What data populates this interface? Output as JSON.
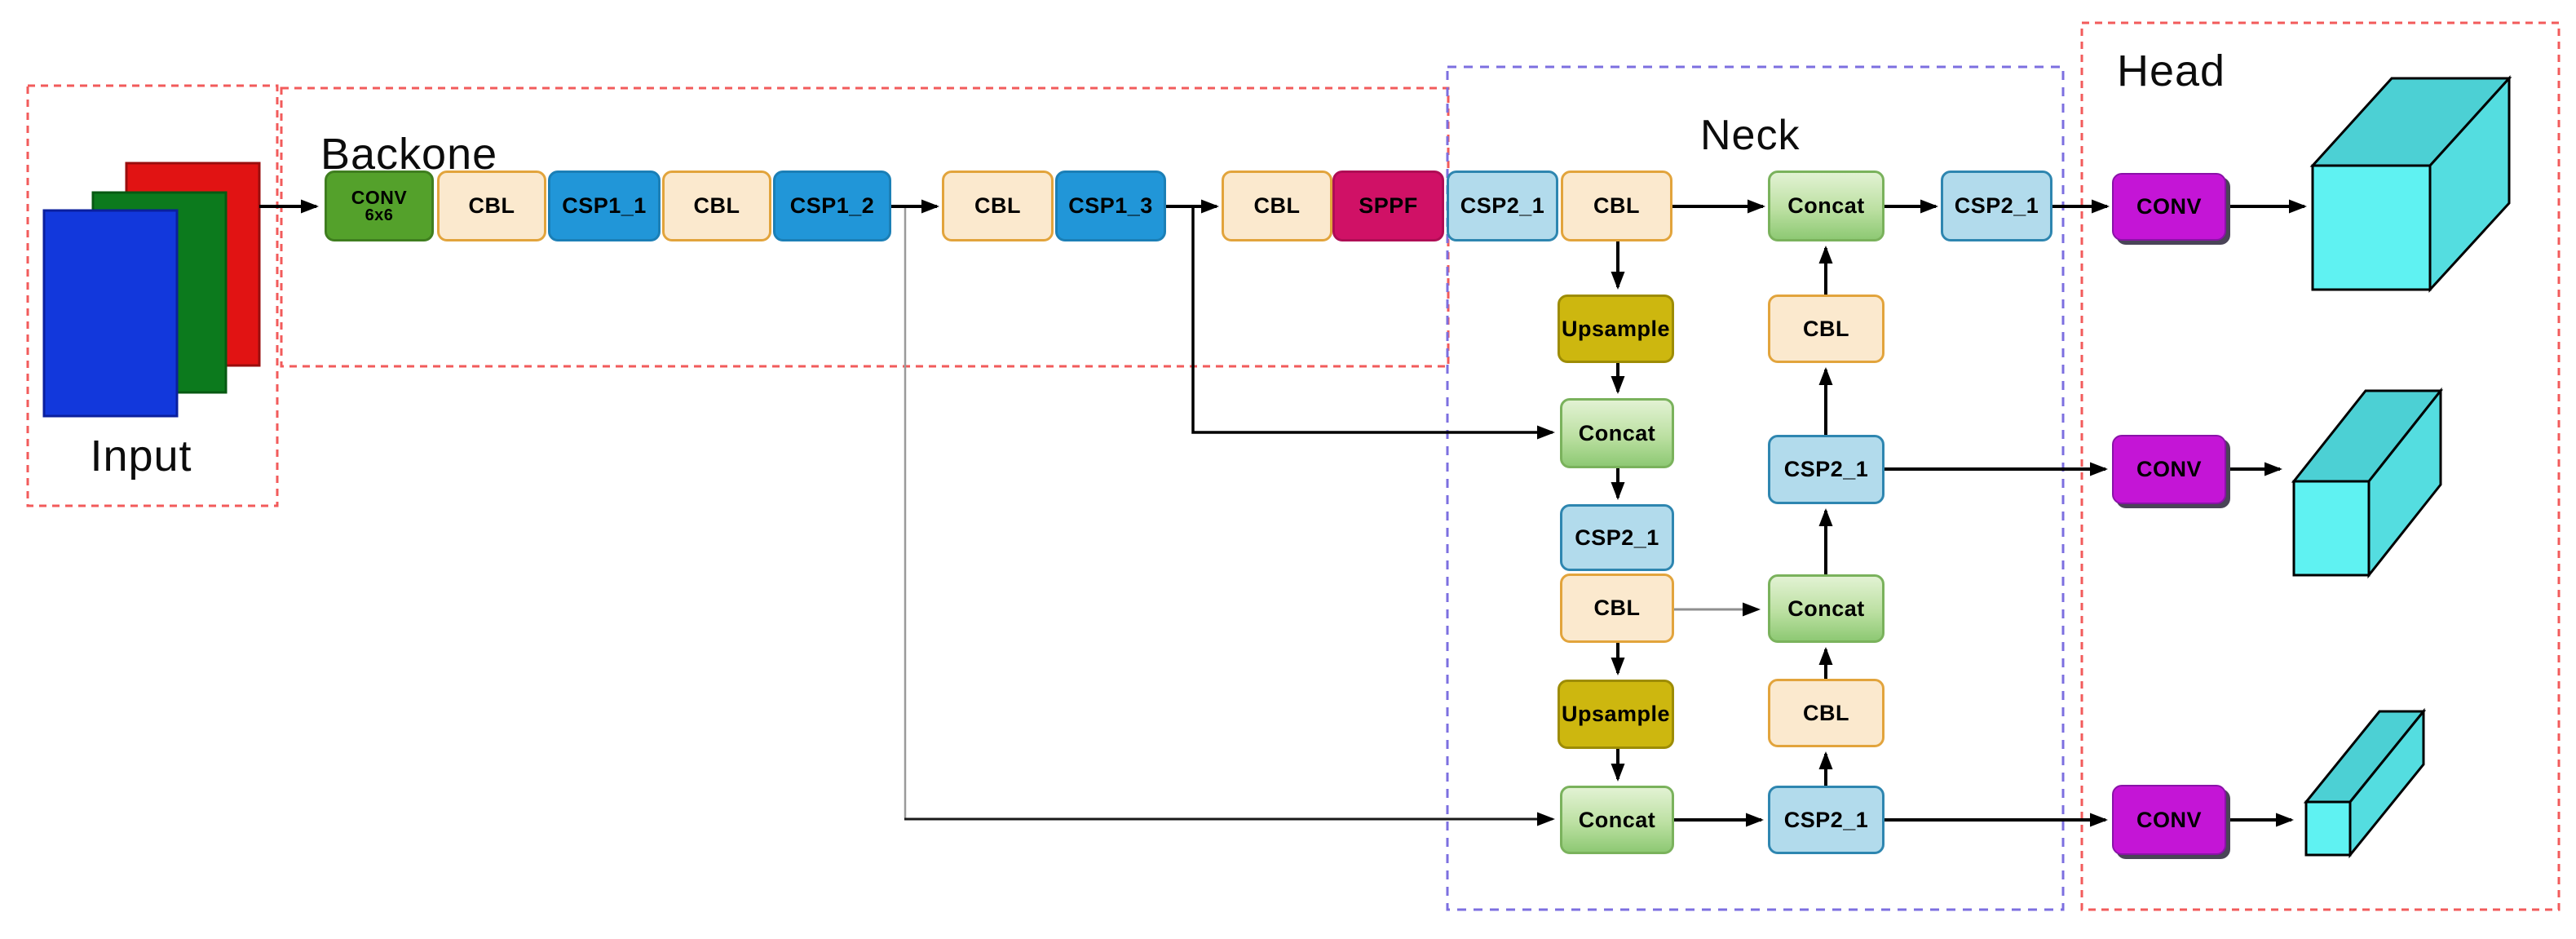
{
  "sections": {
    "input": {
      "title": "Input"
    },
    "backbone": {
      "title": "Backone"
    },
    "neck": {
      "title": "Neck"
    },
    "head": {
      "title": "Head"
    }
  },
  "nodes": [
    {
      "id": "conv_6x6",
      "label": "CONV",
      "sublabel": "6x6",
      "section": "backbone"
    },
    {
      "id": "cbl_1",
      "label": "CBL",
      "section": "backbone"
    },
    {
      "id": "csp1_1",
      "label": "CSP1_1",
      "section": "backbone"
    },
    {
      "id": "cbl_2",
      "label": "CBL",
      "section": "backbone"
    },
    {
      "id": "csp1_2",
      "label": "CSP1_2",
      "section": "backbone"
    },
    {
      "id": "cbl_3",
      "label": "CBL",
      "section": "backbone"
    },
    {
      "id": "csp1_3",
      "label": "CSP1_3",
      "section": "backbone"
    },
    {
      "id": "cbl_4",
      "label": "CBL",
      "section": "backbone"
    },
    {
      "id": "sppf",
      "label": "SPPF",
      "section": "backbone"
    },
    {
      "id": "csp2_1_a",
      "label": "CSP2_1",
      "section": "neck"
    },
    {
      "id": "cbl_5",
      "label": "CBL",
      "section": "neck"
    },
    {
      "id": "upsample_1",
      "label": "Upsample",
      "section": "neck"
    },
    {
      "id": "concat_1",
      "label": "Concat",
      "section": "neck"
    },
    {
      "id": "csp2_1_b",
      "label": "CSP2_1",
      "section": "neck"
    },
    {
      "id": "cbl_6",
      "label": "CBL",
      "section": "neck"
    },
    {
      "id": "upsample_2",
      "label": "Upsample",
      "section": "neck"
    },
    {
      "id": "concat_2",
      "label": "Concat",
      "section": "neck"
    },
    {
      "id": "concat_3",
      "label": "Concat",
      "section": "neck"
    },
    {
      "id": "cbl_7",
      "label": "CBL",
      "section": "neck"
    },
    {
      "id": "csp2_1_c",
      "label": "CSP2_1",
      "section": "neck"
    },
    {
      "id": "concat_4",
      "label": "Concat",
      "section": "neck"
    },
    {
      "id": "cbl_8",
      "label": "CBL",
      "section": "neck"
    },
    {
      "id": "csp2_1_d",
      "label": "CSP2_1",
      "section": "neck"
    },
    {
      "id": "csp2_1_e",
      "label": "CSP2_1",
      "section": "neck"
    },
    {
      "id": "conv_head_top",
      "label": "CONV",
      "section": "head"
    },
    {
      "id": "conv_head_middle",
      "label": "CONV",
      "section": "head"
    },
    {
      "id": "conv_head_bottom",
      "label": "CONV",
      "section": "head"
    }
  ],
  "edges": [
    {
      "from": "input",
      "to": "conv_6x6"
    },
    {
      "from": "conv_6x6",
      "to": "cbl_1"
    },
    {
      "from": "cbl_1",
      "to": "csp1_1"
    },
    {
      "from": "csp1_1",
      "to": "cbl_2"
    },
    {
      "from": "cbl_2",
      "to": "csp1_2"
    },
    {
      "from": "csp1_2",
      "to": "cbl_3"
    },
    {
      "from": "csp1_2",
      "to": "concat_2"
    },
    {
      "from": "cbl_3",
      "to": "csp1_3"
    },
    {
      "from": "csp1_3",
      "to": "cbl_4"
    },
    {
      "from": "csp1_3",
      "to": "concat_1"
    },
    {
      "from": "cbl_4",
      "to": "sppf"
    },
    {
      "from": "sppf",
      "to": "csp2_1_a"
    },
    {
      "from": "csp2_1_a",
      "to": "cbl_5"
    },
    {
      "from": "cbl_5",
      "to": "concat_3"
    },
    {
      "from": "cbl_5",
      "to": "upsample_1"
    },
    {
      "from": "upsample_1",
      "to": "concat_1"
    },
    {
      "from": "concat_1",
      "to": "csp2_1_b"
    },
    {
      "from": "csp2_1_b",
      "to": "cbl_6"
    },
    {
      "from": "cbl_6",
      "to": "upsample_2"
    },
    {
      "from": "cbl_6",
      "to": "concat_4"
    },
    {
      "from": "upsample_2",
      "to": "concat_2"
    },
    {
      "from": "concat_2",
      "to": "csp2_1_d"
    },
    {
      "from": "csp2_1_d",
      "to": "cbl_8"
    },
    {
      "from": "csp2_1_d",
      "to": "conv_head_bottom"
    },
    {
      "from": "cbl_8",
      "to": "concat_4"
    },
    {
      "from": "concat_4",
      "to": "csp2_1_c"
    },
    {
      "from": "csp2_1_c",
      "to": "cbl_7"
    },
    {
      "from": "csp2_1_c",
      "to": "conv_head_middle"
    },
    {
      "from": "cbl_7",
      "to": "concat_3"
    },
    {
      "from": "concat_3",
      "to": "csp2_1_e"
    },
    {
      "from": "csp2_1_e",
      "to": "conv_head_top"
    },
    {
      "from": "conv_head_top",
      "to": "output-large-cuboid"
    },
    {
      "from": "conv_head_middle",
      "to": "output-medium-cuboid"
    },
    {
      "from": "conv_head_bottom",
      "to": "output-small-cuboid"
    }
  ],
  "colors": {
    "region_border_red": "#F25B5B",
    "region_border_purple": "#7C6FE0",
    "conv_first_fill": "#54A12B",
    "cbl_fill": "#FBE9CE",
    "cbl_border": "#E2A43C",
    "csp1_fill": "#2196D8",
    "csp2_fill": "#B2DBEC",
    "sppf_fill": "#D01166",
    "concat_fill_top": "#E2F2D3",
    "concat_fill_bottom": "#8EC974",
    "upsample_fill": "#CDB70F",
    "head_conv_fill": "#C415D6",
    "cuboid_front": "#5FF2F2",
    "cuboid_top": "#4CD0D4",
    "cuboid_side": "#54DDE0",
    "input_square_blue": "#1238DC",
    "input_square_green": "#0C7A1D",
    "input_square_red": "#E11313"
  }
}
